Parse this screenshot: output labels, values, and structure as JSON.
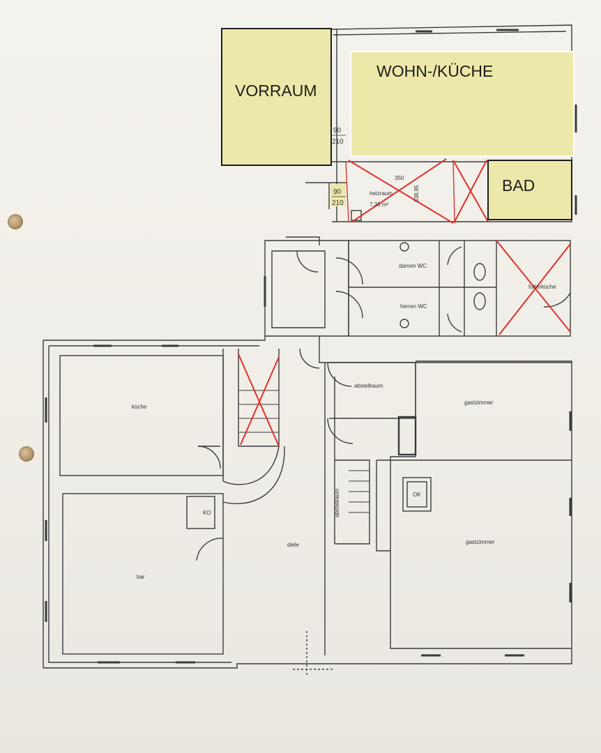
{
  "overlays": {
    "vorraum": "VORRAUM",
    "wohn_kueche": "WOHN-/KÜCHE",
    "bad": "BAD"
  },
  "rooms": {
    "kueche": "küche",
    "bar": "bar",
    "diele": "diele",
    "abstellraum_1": "abstellraum",
    "abstellraum_2": "abstellraum",
    "gastzimmer_1": "gastzimmer",
    "gastzimmer_2": "gastzimmer",
    "damen_wc": "damen WC",
    "herren_wc": "herren WC",
    "futterkueche": "futterküche",
    "heizraum": "heizraum",
    "heizraum_area": "7,30 m²",
    "ko": "KO",
    "ok": "OK"
  },
  "dimensions": {
    "door1_w": "90",
    "door1_h": "210",
    "door2_w": "90",
    "door2_h": "210",
    "heizraum_len": "350",
    "heizraum_side": "338,95"
  },
  "colors": {
    "overlay_fill": "#ece8a9",
    "cross": "#e0302b",
    "wall": "#3a3a3a"
  }
}
